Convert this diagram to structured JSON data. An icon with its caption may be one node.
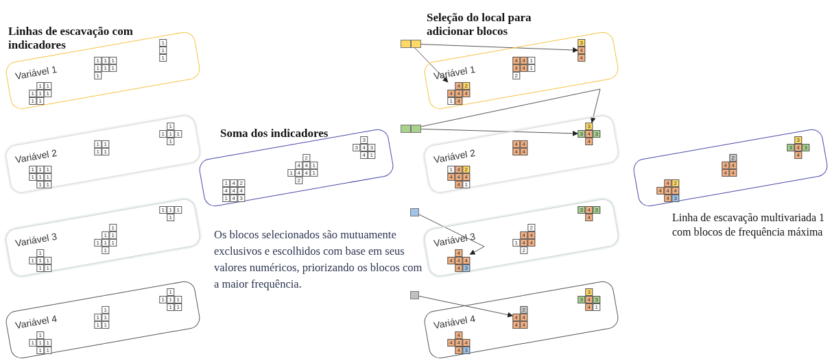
{
  "diagram": {
    "nodes": [
      {
        "text": [
          "Variável 1"
        ]
      },
      {
        "text": [
          "1",
          "1",
          "1"
        ],
        "in": 0
      },
      {
        "text": [
          "1",
          "1",
          "1",
          "1",
          "1",
          "1",
          "1"
        ],
        "in": 0
      },
      {
        "text": [
          "1",
          "1",
          "1",
          "1",
          "1",
          "1",
          "1"
        ],
        "in": 0
      },
      {
        "text": [
          "Variável 2"
        ]
      },
      {
        "text": [
          "1",
          "1",
          "1",
          "1",
          "1"
        ],
        "in": 4
      },
      {
        "text": [
          "1",
          "1",
          "1",
          "1"
        ],
        "in": 4
      },
      {
        "text": [
          "1",
          "1",
          "1",
          "1",
          "1",
          "1",
          "1",
          "1"
        ],
        "in": 4
      },
      {
        "text": [
          "Variável 3"
        ]
      },
      {
        "text": [
          "1",
          "1",
          "1",
          "1"
        ],
        "in": 8
      },
      {
        "text": [
          "1",
          "1",
          "1",
          "1",
          "1",
          "1",
          "1"
        ],
        "in": 8
      },
      {
        "text": [
          "1",
          "1",
          "1",
          "1",
          "1",
          "1"
        ],
        "in": 8
      },
      {
        "text": [
          "Variável 4"
        ]
      },
      {
        "text": [
          "1",
          "1",
          "1",
          "1",
          "1",
          "1"
        ],
        "in": 12
      },
      {
        "text": [
          "1",
          "1",
          "1",
          "1",
          "1"
        ],
        "in": 12
      },
      {
        "text": [
          "1",
          "1",
          "1",
          "1",
          "1",
          "1"
        ],
        "in": 12
      },
      {
        "text": [
          "Soma dos indicadores"
        ]
      },
      {
        "text": [
          "3",
          "3",
          "4",
          "3",
          "4",
          "1"
        ],
        "in": 16
      },
      {
        "text": [
          "2",
          "4",
          "4",
          "1",
          "1",
          "4",
          "4",
          "1",
          "2"
        ],
        "in": 16
      },
      {
        "text": [
          "1",
          "4",
          "2",
          "4",
          "4",
          "4",
          "1",
          "4",
          "3"
        ],
        "in": 16
      },
      {
        "text": [
          "Variável 1"
        ]
      },
      {
        "text": [
          "3",
          "4",
          "4"
        ],
        "in": 20
      },
      {
        "text": [
          "4",
          "4",
          "1",
          "4",
          "4",
          "1",
          "2"
        ],
        "in": 20
      },
      {
        "text": [
          "4",
          "2",
          "4",
          "4",
          "4",
          "1",
          "4"
        ],
        "in": 20
      },
      {
        "text": [
          "Variável 2"
        ]
      },
      {
        "text": [
          "3",
          "3",
          "4",
          "3",
          "4"
        ],
        "in": 24
      },
      {
        "text": [
          "4",
          "4",
          "4",
          "4"
        ],
        "in": 24
      },
      {
        "text": [
          "1",
          "4",
          "2",
          "4",
          "4",
          "4",
          "4",
          "1"
        ],
        "in": 24
      },
      {
        "text": [
          "Variável 3"
        ]
      },
      {
        "text": [
          "3",
          "4",
          "3",
          "4"
        ],
        "in": 28
      },
      {
        "text": [
          "2",
          "4",
          "4",
          "1",
          "4",
          "4",
          "2"
        ],
        "in": 28
      },
      {
        "text": [
          "4",
          "4",
          "4",
          "4",
          "4",
          "3"
        ],
        "in": 28
      },
      {
        "text": [
          "Variável 4"
        ]
      },
      {
        "text": [
          "3",
          "3",
          "4",
          "3",
          "4",
          "1"
        ],
        "in": 32
      },
      {
        "text": [
          "2",
          "4",
          "4",
          "4",
          "4"
        ],
        "in": 32
      },
      {
        "text": [
          "4",
          "4",
          "4",
          "4",
          "4",
          "3"
        ],
        "in": 32
      },
      {
        "text": [],
        "shape": "bar"
      },
      {
        "text": [],
        "shape": "bar"
      },
      {
        "text": [],
        "shape": "box"
      },
      {
        "text": [],
        "shape": "box"
      },
      {
        "text": [],
        "shape": "box",
        "beside": [
          "Linha de escavação multivariada 1 com blocos de frequência máxima"
        ]
      },
      {
        "text": [
          "3",
          "3",
          "4",
          "3",
          "4"
        ],
        "in": 40
      },
      {
        "text": [
          "2",
          "4",
          "4",
          "4",
          "4"
        ],
        "in": 40
      },
      {
        "text": [
          "4",
          "2",
          "4",
          "4",
          "4",
          "4",
          "3"
        ],
        "in": 40
      }
    ],
    "edges": [
      {
        "from": 36,
        "to": 21,
        "arrow": "to"
      },
      {
        "from": 36,
        "to": 23,
        "arrow": "to"
      },
      {
        "from": 37,
        "to": 25,
        "arrow": "to"
      },
      {
        "from": 37,
        "to": 25,
        "arrow": "to"
      },
      {
        "from": 38,
        "to": 31,
        "arrow": "to"
      },
      {
        "from": 39,
        "to": 34,
        "arrow": "to"
      }
    ],
    "labels": [
      "Linhas de escavação com indicadores",
      "Seleção do local para adicionar blocos",
      "Os blocos selecionados são mutuamente exclusivos e escolhidos com base em seus valores numéricos, priorizando os blocos com a maior frequência."
    ]
  }
}
